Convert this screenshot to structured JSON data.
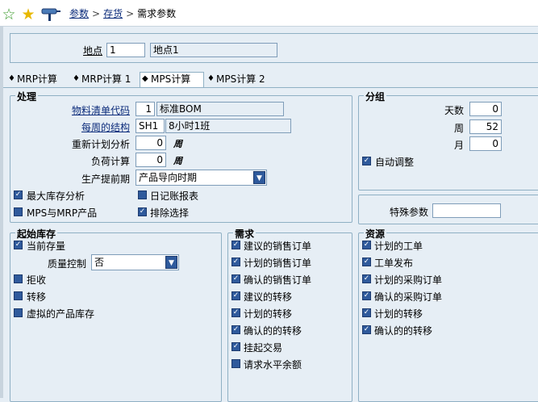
{
  "toolbar": {
    "icons": [
      "star-outline-icon",
      "star-icon",
      "pin-icon"
    ]
  },
  "breadcrumb": {
    "items": [
      "参数",
      "存货"
    ],
    "current": "需求参数",
    "separator": ">"
  },
  "site": {
    "label": "地点",
    "code": "1",
    "name": "地点1"
  },
  "tabs": [
    "MRP计算",
    "MRP计算 1",
    "MPS计算",
    "MPS计算 2"
  ],
  "active_tab": "MPS计算",
  "processing": {
    "title": "处理",
    "bom_code_label": "物料清单代码",
    "bom_code_value": "1",
    "bom_code_name": "标准BOM",
    "weekly_structure_label": "每周的结构",
    "weekly_structure_value": "SH1",
    "weekly_structure_name": "8小时1班",
    "replan_label": "重新计划分析",
    "replan_value": "0",
    "replan_unit": "周",
    "load_calc_label": "负荷计算",
    "load_calc_value": "0",
    "load_calc_unit": "周",
    "lead_time_label": "生产提前期",
    "lead_time_value": "产品导向时期",
    "checkboxes": {
      "max_stock": "最大库存分析",
      "mps_mrp": "MPS与MRP产品",
      "journal_report": "日记账报表",
      "exclude_select": "排除选择"
    }
  },
  "grouping": {
    "title": "分组",
    "days_label": "天数",
    "days_value": "0",
    "week_label": "周",
    "week_value": "52",
    "month_label": "月",
    "month_value": "0",
    "auto_adjust": "自动调整"
  },
  "special": {
    "label": "特殊参数",
    "value": ""
  },
  "start_stock": {
    "title": "起始库存",
    "current_stock": "当前存量",
    "qc_label": "质量控制",
    "qc_value": "否",
    "rejected": "拒收",
    "transfer": "转移",
    "virtual_stock": "虚拟的产品库存"
  },
  "demand": {
    "title": "需求",
    "items": [
      "建议的销售订单",
      "计划的销售订单",
      "确认的销售订单",
      "建议的转移",
      "计划的转移",
      "确认的的转移",
      "挂起交易",
      "请求水平余额"
    ]
  },
  "resources": {
    "title": "资源",
    "items": [
      "计划的工单",
      "工单发布",
      "计划的采购订单",
      "确认的采购订单",
      "计划的转移",
      "确认的的转移"
    ]
  }
}
